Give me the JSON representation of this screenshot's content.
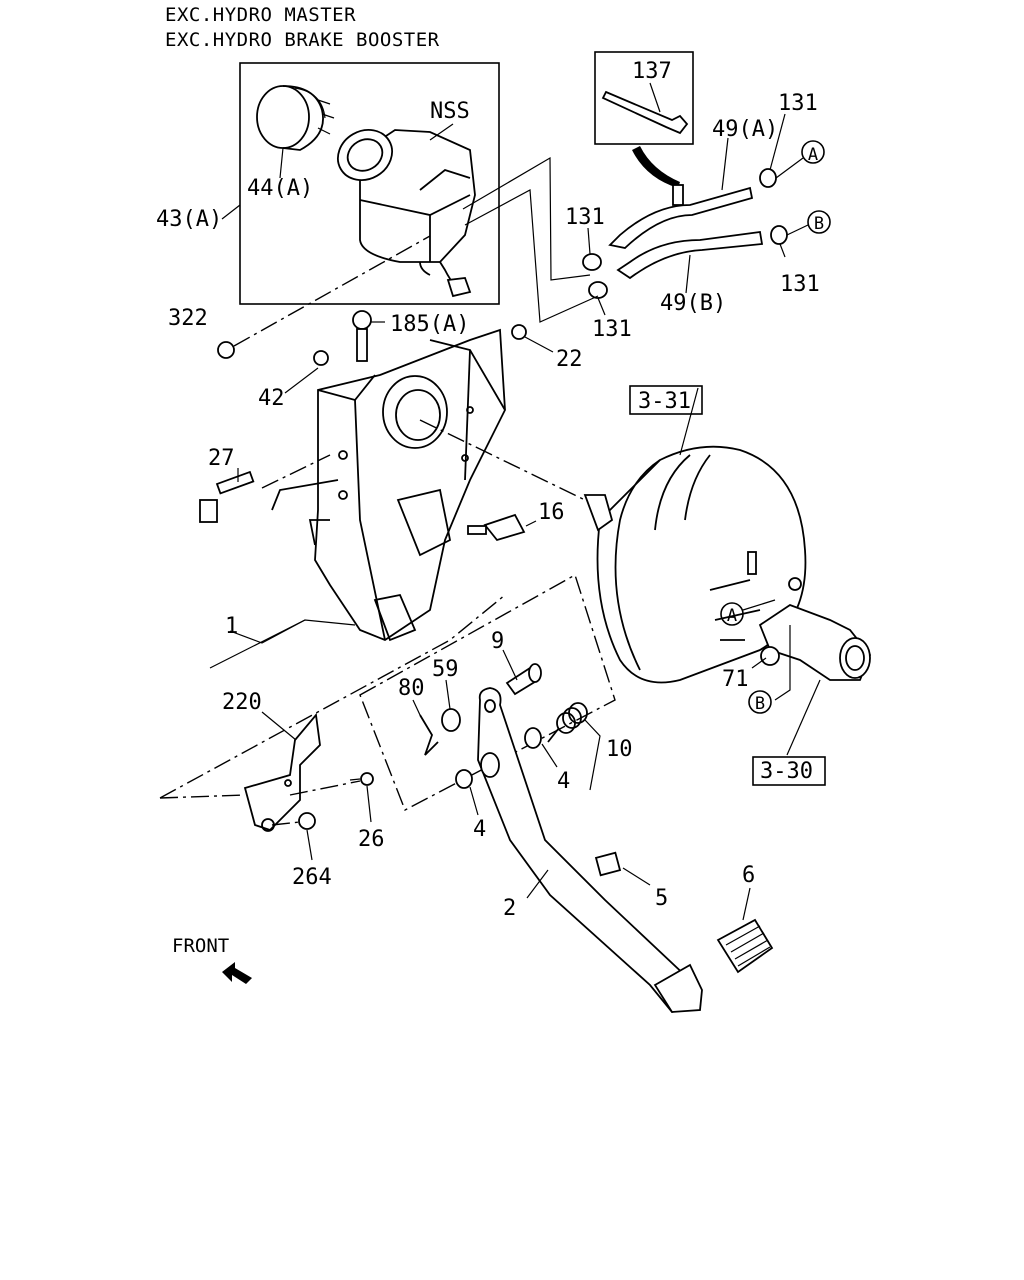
{
  "header": {
    "line1": "EXC.HYDRO MASTER",
    "line2": "EXC.HYDRO BRAKE BOOSTER"
  },
  "labels": {
    "p137": "137",
    "nss": "NSS",
    "p49a": "49(A)",
    "p131_top": "131",
    "circle_a_top": "A",
    "circle_b_top": "B",
    "p44a": "44(A)",
    "p43a": "43(A)",
    "p131_mid": "131",
    "p131_right": "131",
    "p49b": "49(B)",
    "p131_low": "131",
    "p322": "322",
    "p185a": "185(A)",
    "p22": "22",
    "p42": "42",
    "ref_3_31": "3-31",
    "p27": "27",
    "p16": "16",
    "p1": "1",
    "circle_a_mid": "A",
    "p9": "9",
    "p59": "59",
    "p80": "80",
    "p220": "220",
    "p71": "71",
    "circle_b_low": "B",
    "p10": "10",
    "p4_right": "4",
    "p4_low": "4",
    "ref_3_30": "3-30",
    "p26": "26",
    "p264": "264",
    "p5": "5",
    "p2": "2",
    "p6": "6",
    "front": "FRONT"
  }
}
